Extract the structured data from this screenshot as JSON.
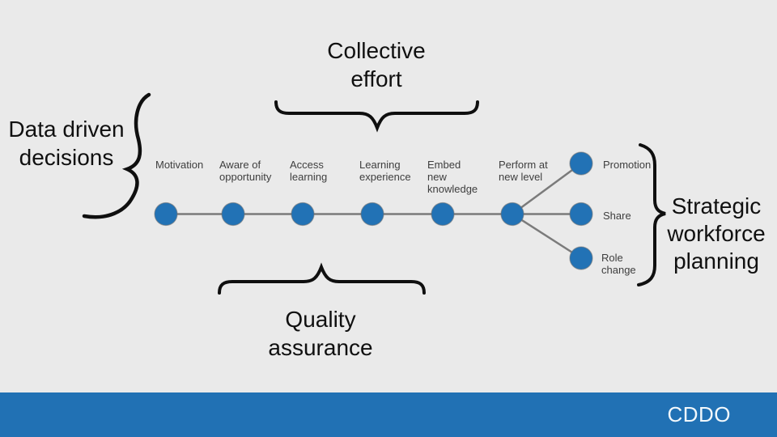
{
  "theme": {
    "background": "#eaeaea",
    "accent_blue": "#2272b5",
    "line_gray": "#7b7b7b",
    "brace_black": "#0f0f0f",
    "big_text": "#101010",
    "small_text": "#3e3e3e",
    "footer_bar_blue": "#2171b4",
    "footer_text": "#f2f8fc"
  },
  "annotations": {
    "left": "Data driven\ndecisions",
    "top": "Collective\neffort",
    "bottom": "Quality\nassurance",
    "right": "Strategic\nworkforce\nplanning"
  },
  "journey": {
    "steps": [
      {
        "label": "Motivation"
      },
      {
        "label": "Aware of\nopportunity"
      },
      {
        "label": "Access\nlearning"
      },
      {
        "label": "Learning\nexperience"
      },
      {
        "label": "Embed\nnew\nknowledge"
      },
      {
        "label": "Perform at\nnew level"
      }
    ],
    "outcomes": [
      {
        "label": "Promotion"
      },
      {
        "label": "Share"
      },
      {
        "label": "Role\nchange"
      }
    ]
  },
  "footer": {
    "brand": "CDDO"
  }
}
